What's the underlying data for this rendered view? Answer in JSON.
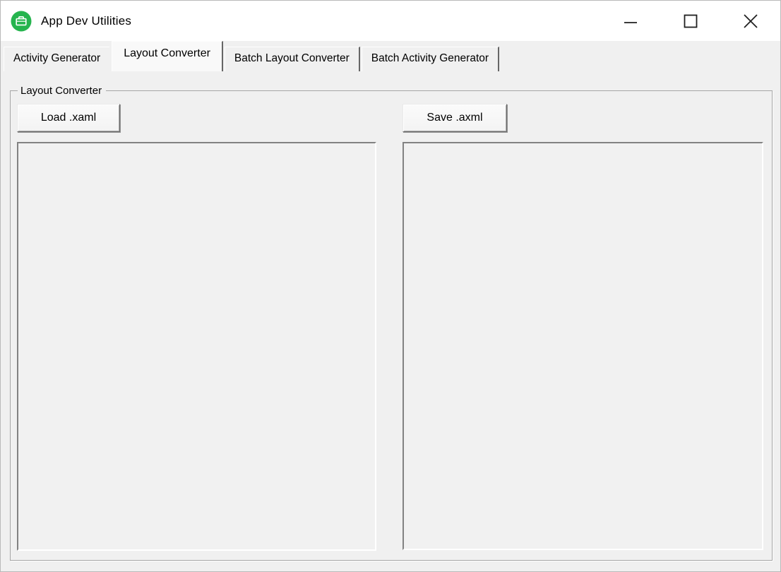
{
  "window": {
    "title": "App Dev Utilities"
  },
  "titlebar_controls": [
    {
      "icon": "minimize-icon"
    },
    {
      "icon": "maximize-icon"
    },
    {
      "icon": "close-icon"
    }
  ],
  "tabs": [
    {
      "label": "Activity Generator",
      "selected": false
    },
    {
      "label": "Layout Converter",
      "selected": true
    },
    {
      "label": "Batch Layout Converter",
      "selected": false
    },
    {
      "label": "Batch Activity Generator",
      "selected": false
    }
  ],
  "group": {
    "title": "Layout Converter"
  },
  "buttons": {
    "load": "Load .xaml",
    "save": "Save .axml"
  },
  "textareas": {
    "left_value": "",
    "right_value": ""
  },
  "colors": {
    "app_icon_green": "#25b44e",
    "titlebar_bg": "#ffffff",
    "window_bg": "#f0f0f0",
    "control_glyph": "#1f1f1f"
  }
}
